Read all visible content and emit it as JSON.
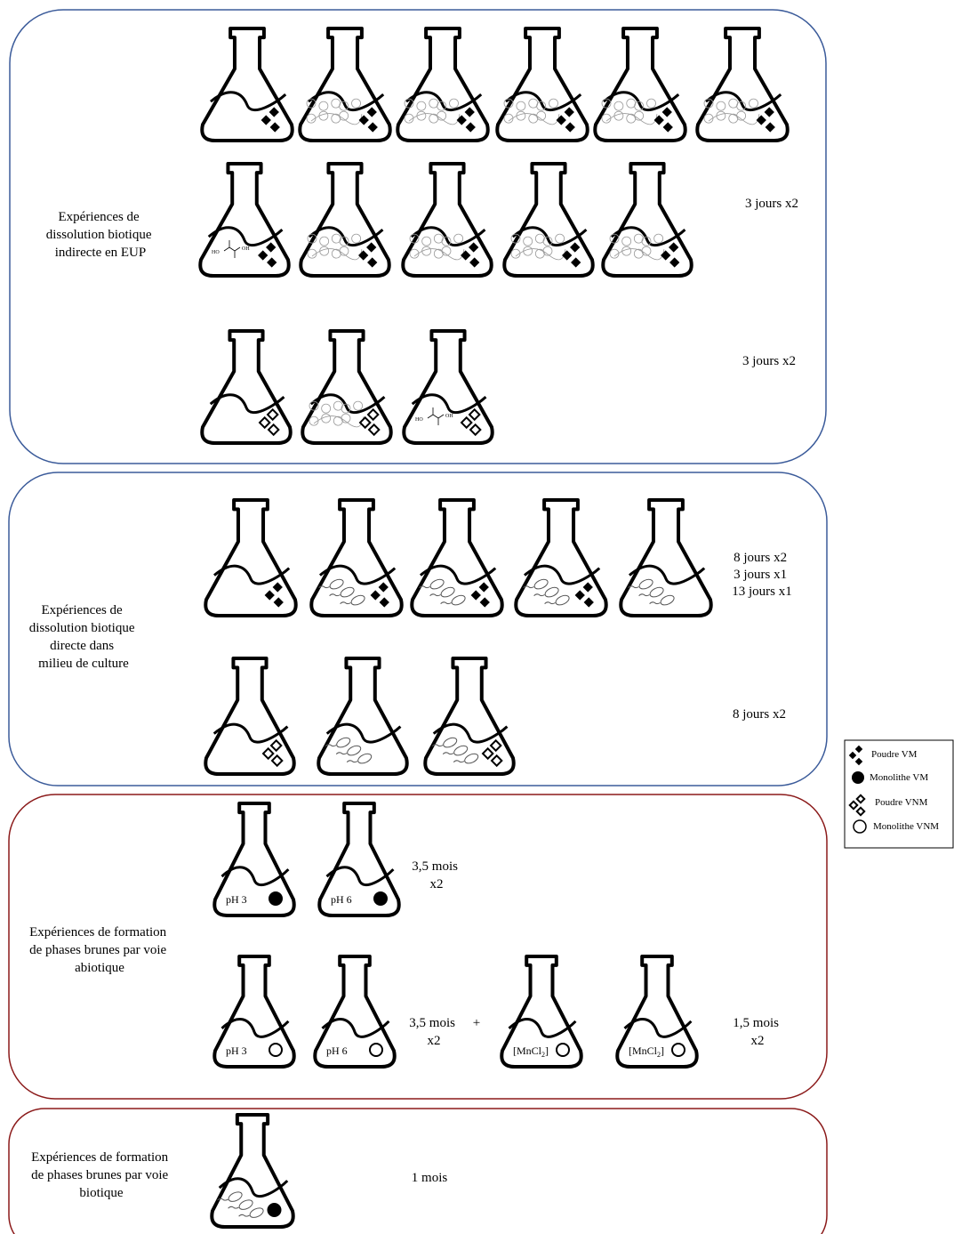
{
  "colors": {
    "blue_frame": "#3b5b9a",
    "red_frame": "#8b1a1a",
    "ink": "#000000"
  },
  "sections": {
    "s1": {
      "title_lines": [
        "Expériences de",
        "dissolution biotique",
        "indirecte en EUP"
      ],
      "durations": [
        [
          "3 jours x2"
        ],
        [
          "3 jours x2"
        ]
      ]
    },
    "s2": {
      "title_lines": [
        "Expériences de",
        "dissolution biotique",
        "directe dans",
        "milieu de culture"
      ],
      "durations": [
        [
          "8 jours x2",
          "3 jours x1",
          "13 jours x1"
        ],
        [
          "8 jours x2"
        ]
      ]
    },
    "s3": {
      "title_lines": [
        "Expériences de formation",
        "de phases brunes par voie",
        "abiotique"
      ],
      "durations": [
        [
          "3,5 mois",
          "x2"
        ],
        [
          "3,5 mois",
          "x2"
        ],
        [
          "1,5 mois",
          "x2"
        ]
      ],
      "plus": "+",
      "labels": [
        "pH 3",
        "pH 6",
        "pH 3",
        "pH 6",
        "[MnCl",
        "[MnCl"
      ],
      "subscript": "2",
      "bracket_close": "]"
    },
    "s4": {
      "title_lines": [
        "Expériences de formation",
        "de phases brunes par voie",
        "biotique"
      ],
      "durations": [
        [
          "1 mois"
        ]
      ]
    }
  },
  "legend": {
    "items": [
      {
        "icon": "powder-vm-icon",
        "label": "Poudre VM"
      },
      {
        "icon": "monolith-vm-icon",
        "label": "Monolithe  VM"
      },
      {
        "icon": "powder-vnm-icon",
        "label": "Poudre VNM"
      },
      {
        "icon": "monolith-vnm-icon",
        "label": "Monolithe  VNM"
      }
    ]
  },
  "molecule": {
    "ho": "HO",
    "oh": "OH"
  }
}
